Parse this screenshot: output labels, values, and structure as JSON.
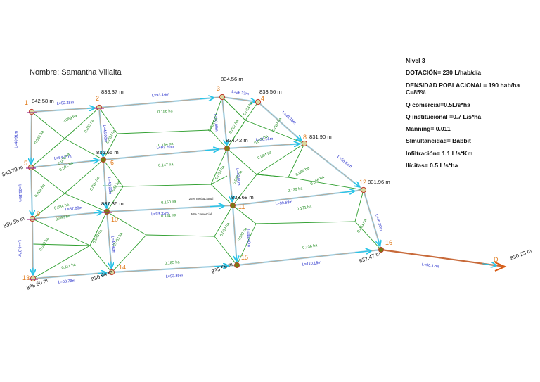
{
  "header": {
    "name_label": "Nombre: Samantha Villalta"
  },
  "notes": [
    "Nivel 3",
    "DOTACIÓN= 230 L/hab/día",
    "DENSIDAD POBLACIONAL= 190 hab/ha",
    "C=85%",
    "Q comercial=0.5L/s*ha",
    "Q institucional =0.7 L/s*ha",
    "Manning= 0.011",
    "SImultaneidad= Babbit",
    "Infiltración= 1.1 L/s*Km",
    "Ilícitas= 0.5 L/s*ha"
  ],
  "colors": {
    "pipe": "#9ecfe3",
    "flow_arrow": "#24c4e8",
    "area": "#2d9e2d",
    "node_fill": "#7a7a14",
    "node_ring": "#c0392b",
    "node_label": "#e07a1b",
    "length_label": "#1b24c8",
    "area_label": "#1d8a1d",
    "discharge": "#d85a12"
  },
  "nodes": [
    {
      "id": "1",
      "label": "1",
      "elev": "842.58 m"
    },
    {
      "id": "2",
      "label": "2",
      "elev": "839.37 m"
    },
    {
      "id": "3",
      "label": "3",
      "elev": "834.56 m"
    },
    {
      "id": "4",
      "label": "4",
      "elev": "833.56 m"
    },
    {
      "id": "5",
      "label": "5",
      "elev": "840.79 m"
    },
    {
      "id": "6",
      "label": "6",
      "elev": "836.65 m"
    },
    {
      "id": "7",
      "label": "",
      "elev": "834.42 m"
    },
    {
      "id": "8",
      "label": "8",
      "elev": "831.90 m"
    },
    {
      "id": "9",
      "label": "9",
      "elev": "839.58 m"
    },
    {
      "id": "10",
      "label": "10",
      "elev": "837.36 m"
    },
    {
      "id": "11",
      "label": "11",
      "elev": "833.68 m"
    },
    {
      "id": "12",
      "label": "12",
      "elev": "831.96 m"
    },
    {
      "id": "13",
      "label": "13",
      "elev": "838.60 m"
    },
    {
      "id": "14",
      "label": "14",
      "elev": "836.54 m"
    },
    {
      "id": "15",
      "label": "15",
      "elev": "833.55 m"
    },
    {
      "id": "16",
      "label": "16",
      "elev": "832.47 m"
    },
    {
      "id": "D",
      "label": "D",
      "elev": "830.23 m"
    }
  ],
  "pipes": [
    {
      "from": "1",
      "to": "2",
      "length": "L=52.28m"
    },
    {
      "from": "2",
      "to": "3",
      "length": "L=93.14m"
    },
    {
      "from": "3",
      "to": "4",
      "length": "L=26.32m"
    },
    {
      "from": "4",
      "to": "8",
      "length": "L=48.16m"
    },
    {
      "from": "1",
      "to": "5",
      "length": "L=40.91m"
    },
    {
      "from": "2",
      "to": "6",
      "length": "L=46.00m"
    },
    {
      "from": "3",
      "to": "7",
      "length": "L=40.00m"
    },
    {
      "from": "5",
      "to": "6",
      "length": "L=54.31m"
    },
    {
      "from": "6",
      "to": "7",
      "length": "L=93.20m"
    },
    {
      "from": "7",
      "to": "8",
      "length": "L=56.56m"
    },
    {
      "from": "8",
      "to": "12",
      "length": "L=56.62m"
    },
    {
      "from": "5",
      "to": "9",
      "length": "L=39.15m"
    },
    {
      "from": "6",
      "to": "10",
      "length": "L=40.00m"
    },
    {
      "from": "7",
      "to": "11",
      "length": "L=40.00m"
    },
    {
      "from": "9",
      "to": "10",
      "length": "L=57.00m"
    },
    {
      "from": "10",
      "to": "11",
      "length": "L=93.32m"
    },
    {
      "from": "11",
      "to": "12",
      "length": "L=99.58m"
    },
    {
      "from": "12",
      "to": "16",
      "length": "L=46.90m"
    },
    {
      "from": "9",
      "to": "13",
      "length": "L=46.87m"
    },
    {
      "from": "10",
      "to": "14",
      "length": "L=46.90m"
    },
    {
      "from": "11",
      "to": "15",
      "length": "L=45.40m"
    },
    {
      "from": "13",
      "to": "14",
      "length": "L=58.78m"
    },
    {
      "from": "14",
      "to": "15",
      "length": "L=93.89m"
    },
    {
      "from": "15",
      "to": "16",
      "length": "L=110.18m"
    },
    {
      "from": "16",
      "to": "D",
      "length": "L=90.12m"
    }
  ],
  "areas": [
    "0.069 ha",
    "0.156 ha",
    "0.036 ha",
    "0.033 ha",
    "0.032 ha",
    "0.031 ha",
    "0.037 ha",
    "0.028 ha",
    "0.029 ha",
    "0.070 ha",
    "0.070 ha",
    "0.082 ha",
    "0.154 ha",
    "0.147 ha",
    "0.064 ha",
    "0.028 ha",
    "0.029 ha",
    "0.048 ha",
    "0.032 ha",
    "0.032 ha",
    "0.064 ha",
    "0.066 ha",
    "0.084 ha",
    "0.097 ha",
    "0.150 ha",
    "0.141 ha",
    "0.139 ha",
    "0.171 ha",
    "0.030 ha",
    "0.038 ha",
    "0.063 ha",
    "0.039 ha",
    "0.039 ha",
    "0.033 ha",
    "0.111 ha",
    "0.185 ha",
    "0.236 ha"
  ],
  "annotations": {
    "institutional": "25% Institucional",
    "commercial": "30% comercial"
  }
}
